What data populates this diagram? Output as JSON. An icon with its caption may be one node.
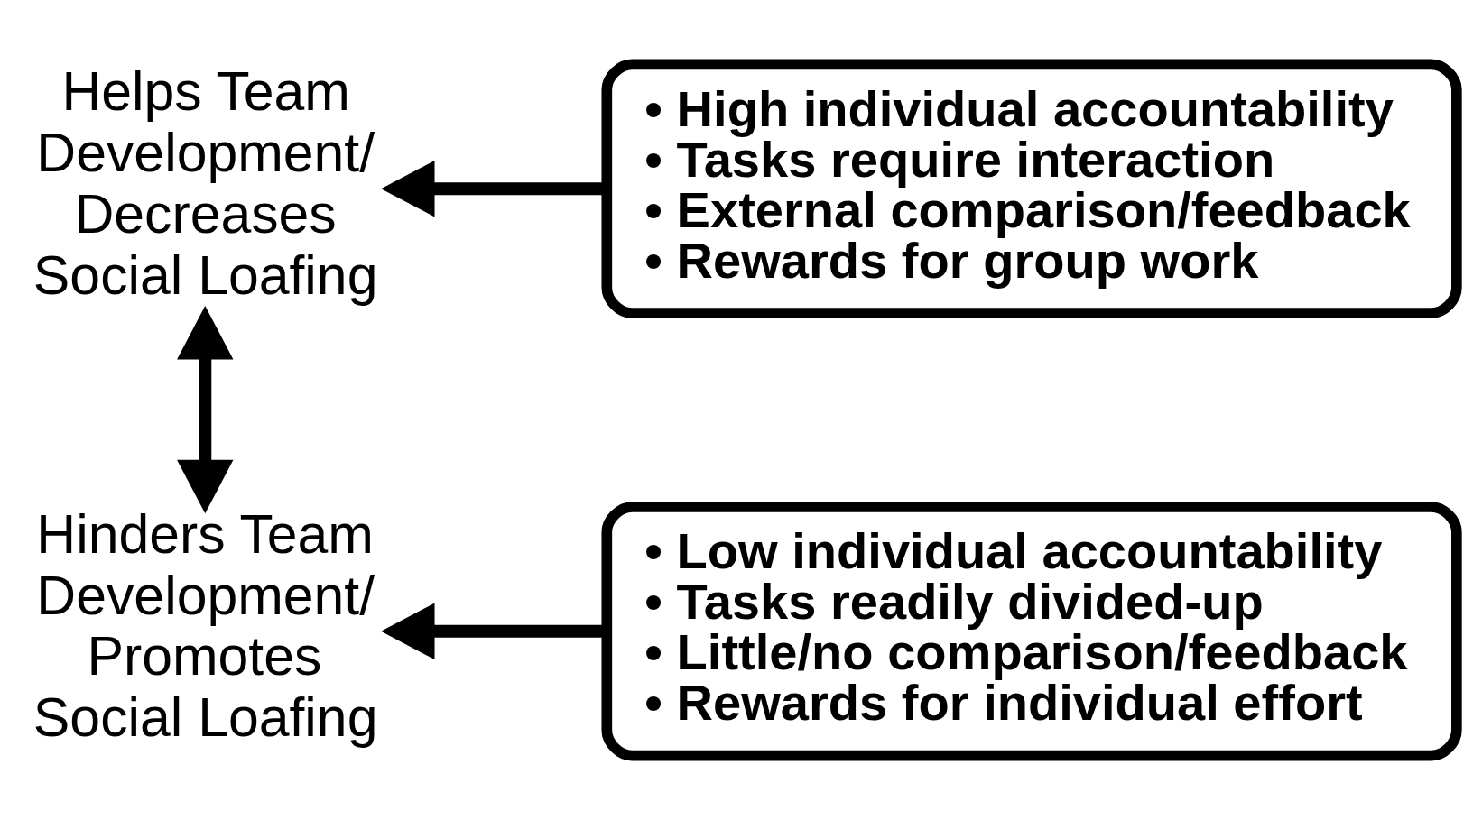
{
  "diagram": {
    "nodes": [
      {
        "text": [
          "Helps Team Development/ Decreases Social Loafing"
        ]
      },
      {
        "text": [
          "• High individual accountability",
          "• Tasks require interaction",
          "• External comparison/feedback",
          "• Rewards for group work"
        ]
      },
      {
        "text": [
          "Hinders Team Development/ Promotes Social Loafing"
        ]
      },
      {
        "text": [
          "• Low individual accountability",
          "• Tasks readily divided-up",
          "• Little/no comparison/feedback",
          "• Rewards for individual effort"
        ]
      }
    ],
    "edges": [
      {
        "from": 1,
        "to": 0,
        "arrow": "to"
      },
      {
        "from": 0,
        "to": 2,
        "arrow": "both"
      },
      {
        "from": 3,
        "to": 2,
        "arrow": "to"
      }
    ]
  }
}
